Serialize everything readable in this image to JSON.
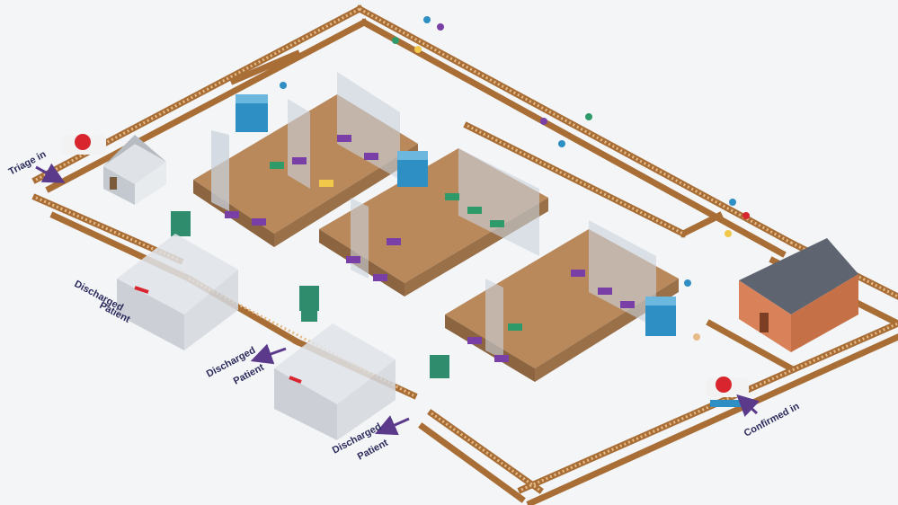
{
  "labels": {
    "triage_in": "Triage in",
    "confirmed_in": "Confirmed in",
    "discharged_1": "Discharged",
    "discharged_2": "Discharged",
    "discharged_3": "Discharged",
    "patient_1": "Patient",
    "patient_2": "Patient",
    "patient_3": "Patient"
  },
  "colors": {
    "fence": "#c98d52",
    "fence_dark": "#9b6633",
    "floor": "#b9895c",
    "glass": "#c9d2dc",
    "arrow": "#5b3a8c",
    "brick": "#d9825a",
    "roof": "#5f6570",
    "bin": "#2f8c6c",
    "cooler": "#2e8fc4",
    "ambulance": "#d9262e"
  }
}
